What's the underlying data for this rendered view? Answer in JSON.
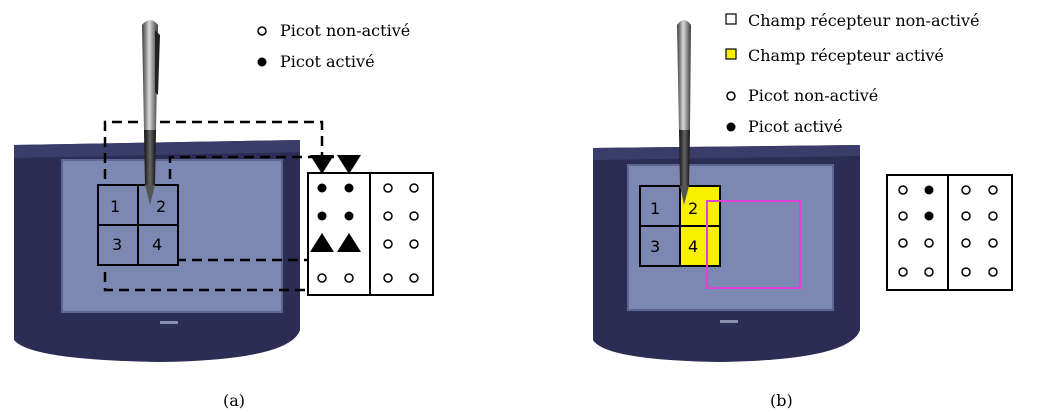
{
  "panel_a": {
    "legend": {
      "inactive_pin": "Picot non-activé",
      "active_pin": "Picot activé"
    },
    "cells": [
      "1",
      "2",
      "3",
      "4"
    ],
    "caption": "(a)",
    "braille_pins_left": [
      [
        true,
        true
      ],
      [
        true,
        true
      ],
      [
        false,
        false
      ],
      [
        false,
        false
      ]
    ]
  },
  "panel_b": {
    "legend": {
      "inactive_field": "Champ récepteur non-activé",
      "active_field": "Champ récepteur activé",
      "inactive_pin": "Picot non-activé",
      "active_pin": "Picot activé"
    },
    "cells": [
      "1",
      "2",
      "3",
      "4"
    ],
    "active_cells": [
      "2",
      "4"
    ],
    "caption": "(b)",
    "braille_pins_left": [
      [
        false,
        true
      ],
      [
        false,
        true
      ],
      [
        false,
        false
      ],
      [
        false,
        false
      ]
    ]
  },
  "colors": {
    "tablet_body": "#2b2d55",
    "tablet_screen": "#7d88b2",
    "active_field": "#f7f000",
    "viewport_outline": "#e040d8"
  }
}
